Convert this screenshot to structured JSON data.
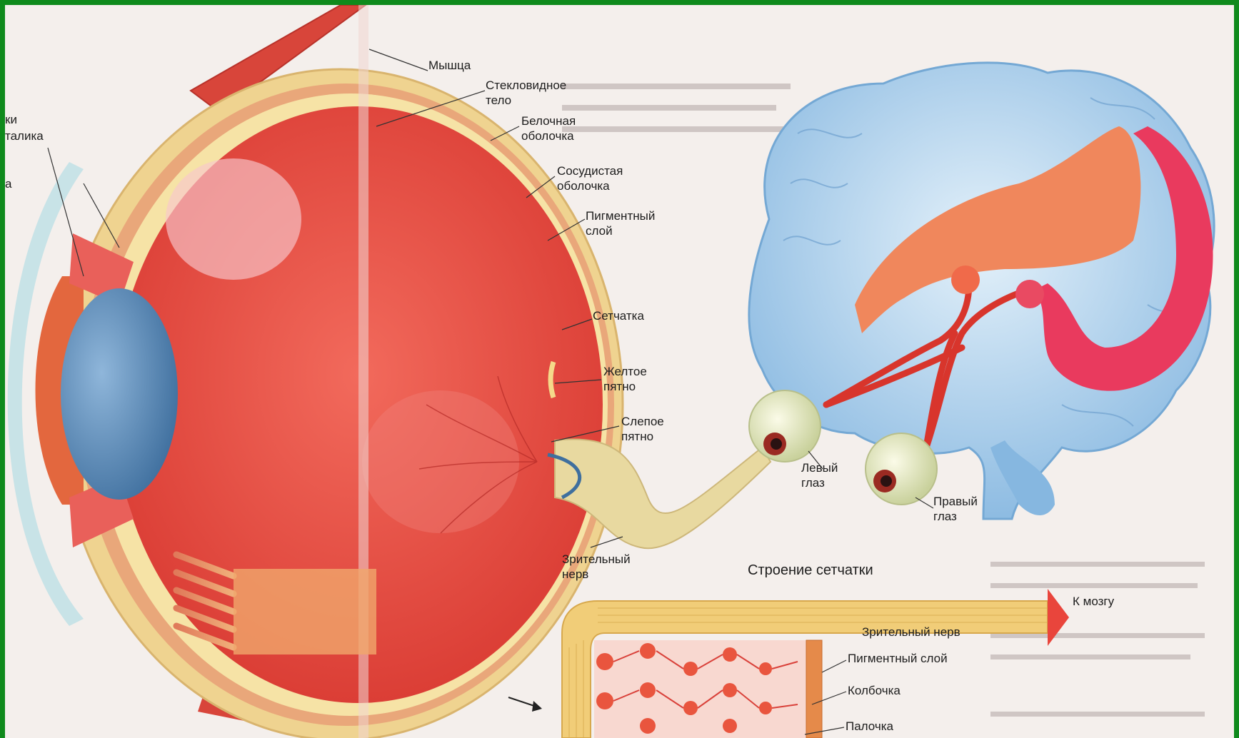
{
  "diagram": {
    "eye_labels": {
      "muscle": "Мышца",
      "vitreous_body": "Стекловидное\nтело",
      "sclera": "Белочная\nоболочка",
      "choroid": "Сосудистая\nоболочка",
      "pigment_layer": "Пигментный\nслой",
      "retina": "Сетчатка",
      "yellow_spot": "Желтое\nпятно",
      "blind_spot": "Слепое\nпятно",
      "optic_nerve": "Зрительный\nнерв"
    },
    "cropped_labels": {
      "fragment_1": "ки",
      "fragment_2": "талика",
      "fragment_3": "а"
    },
    "brain_labels": {
      "left_eye": "Левый\nглаз",
      "right_eye": "Правый\nглаз"
    },
    "retina_diagram": {
      "title": "Строение сетчатки",
      "to_brain": "К мозгу",
      "optic_nerve": "Зрительный нерв",
      "pigment_layer": "Пигментный слой",
      "cone": "Колбочка",
      "rod": "Палочка"
    }
  },
  "colors": {
    "frame_border": "#0f8a1c",
    "page_background": "#f4efec",
    "eye_red": "#e8453c",
    "sclera_yellow": "#f1d48c",
    "lens_blue": "#6b9cc6",
    "brain_blue": "#8fc1e8",
    "visual_cortex_pink": "#e93a5e",
    "nerve_cream": "#efe2a8"
  }
}
